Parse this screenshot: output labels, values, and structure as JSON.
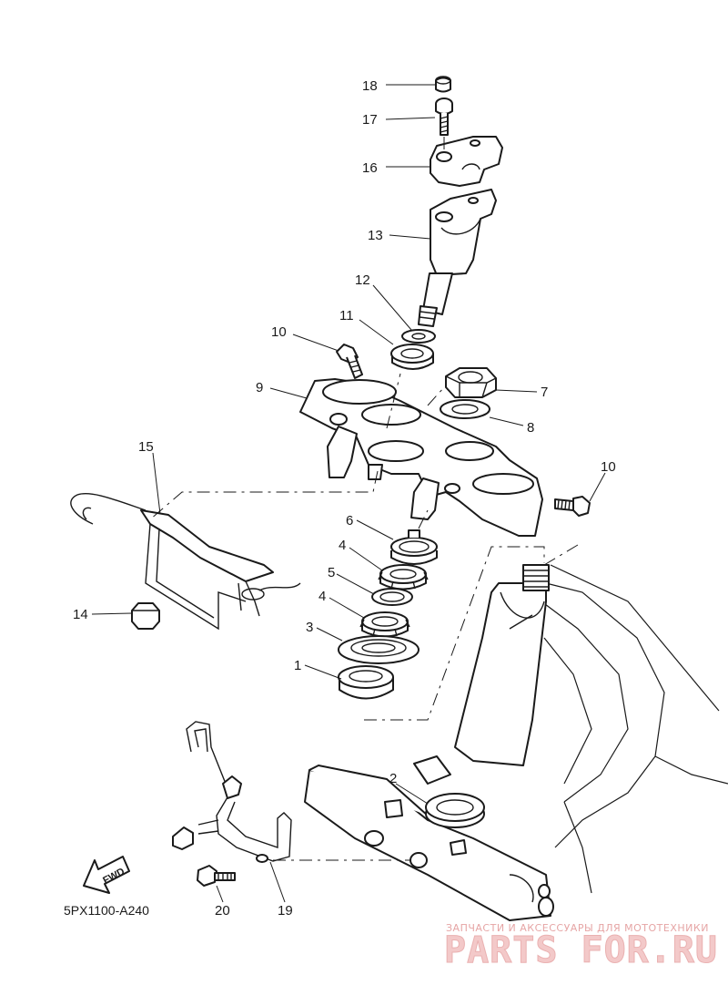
{
  "diagram": {
    "code": "5PX1100-A240",
    "fwd_label": "FWD",
    "callouts": [
      "18",
      "17",
      "16",
      "13",
      "12",
      "11",
      "10",
      "9",
      "7",
      "8",
      "15",
      "10",
      "6",
      "4",
      "5",
      "4",
      "3",
      "1",
      "14",
      "2",
      "20",
      "19"
    ]
  },
  "watermark": {
    "tagline": "ЗАПЧАСТИ И АКСЕССУАРЫ ДЛЯ МОТОТЕХНИКИ",
    "brand": "PARTS FOR.RU"
  }
}
